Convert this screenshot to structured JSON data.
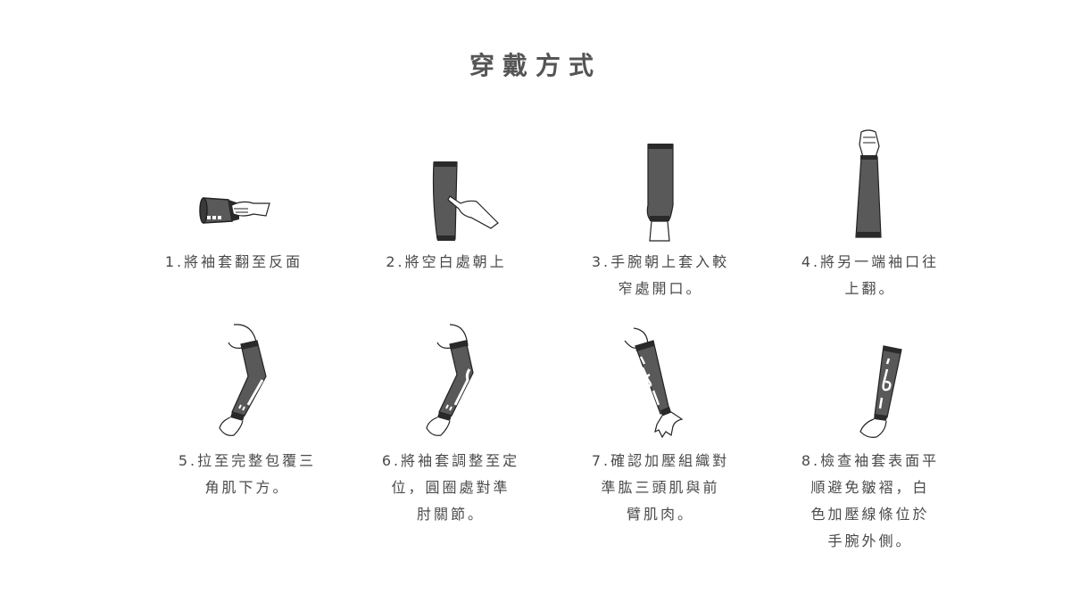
{
  "title": "穿戴方式",
  "colors": {
    "sleeve": "#595959",
    "cuff": "#2a2a2a",
    "text": "#4a4a4a",
    "stripe": "#ffffff"
  },
  "steps": [
    {
      "n": 1,
      "icon": "hand-flipping-sleeve-icon",
      "lines": [
        "1.將袖套翻至反面"
      ]
    },
    {
      "n": 2,
      "icon": "hand-pointing-sleeve-icon",
      "lines": [
        "2.將空白處朝上"
      ]
    },
    {
      "n": 3,
      "icon": "wrist-into-sleeve-icon",
      "lines": [
        "3.手腕朝上套入較",
        "窄處開口。"
      ]
    },
    {
      "n": 4,
      "icon": "fist-sleeve-flipped-icon",
      "lines": [
        "4.將另一端袖口往",
        "上翻。"
      ]
    },
    {
      "n": 5,
      "icon": "arm-sleeve-pulled-icon",
      "lines": [
        "5.拉至完整包覆三",
        "角肌下方。"
      ]
    },
    {
      "n": 6,
      "icon": "arm-sleeve-adjusted-icon",
      "lines": [
        "6.將袖套調整至定",
        "位，圓圈處對準",
        "肘關節。"
      ]
    },
    {
      "n": 7,
      "icon": "arm-sleeve-compression-icon",
      "lines": [
        "7.確認加壓組織對",
        "準肱三頭肌與前",
        "臂肌肉。"
      ]
    },
    {
      "n": 8,
      "icon": "forearm-sleeve-check-icon",
      "lines": [
        "8.檢查袖套表面平",
        "順避免皺褶，白",
        "色加壓線條位於",
        "手腕外側。"
      ]
    }
  ]
}
